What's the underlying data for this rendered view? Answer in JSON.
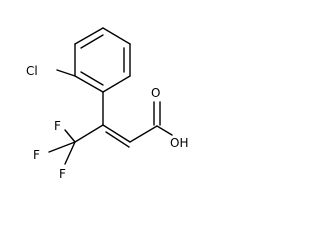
{
  "molecule": {
    "atoms": {
      "chlorine": "Cl",
      "fluorine_top": "F",
      "fluorine_left": "F",
      "fluorine_bottom": "F",
      "hydroxyl": "OH",
      "carbonyl_oxygen": "O"
    }
  }
}
